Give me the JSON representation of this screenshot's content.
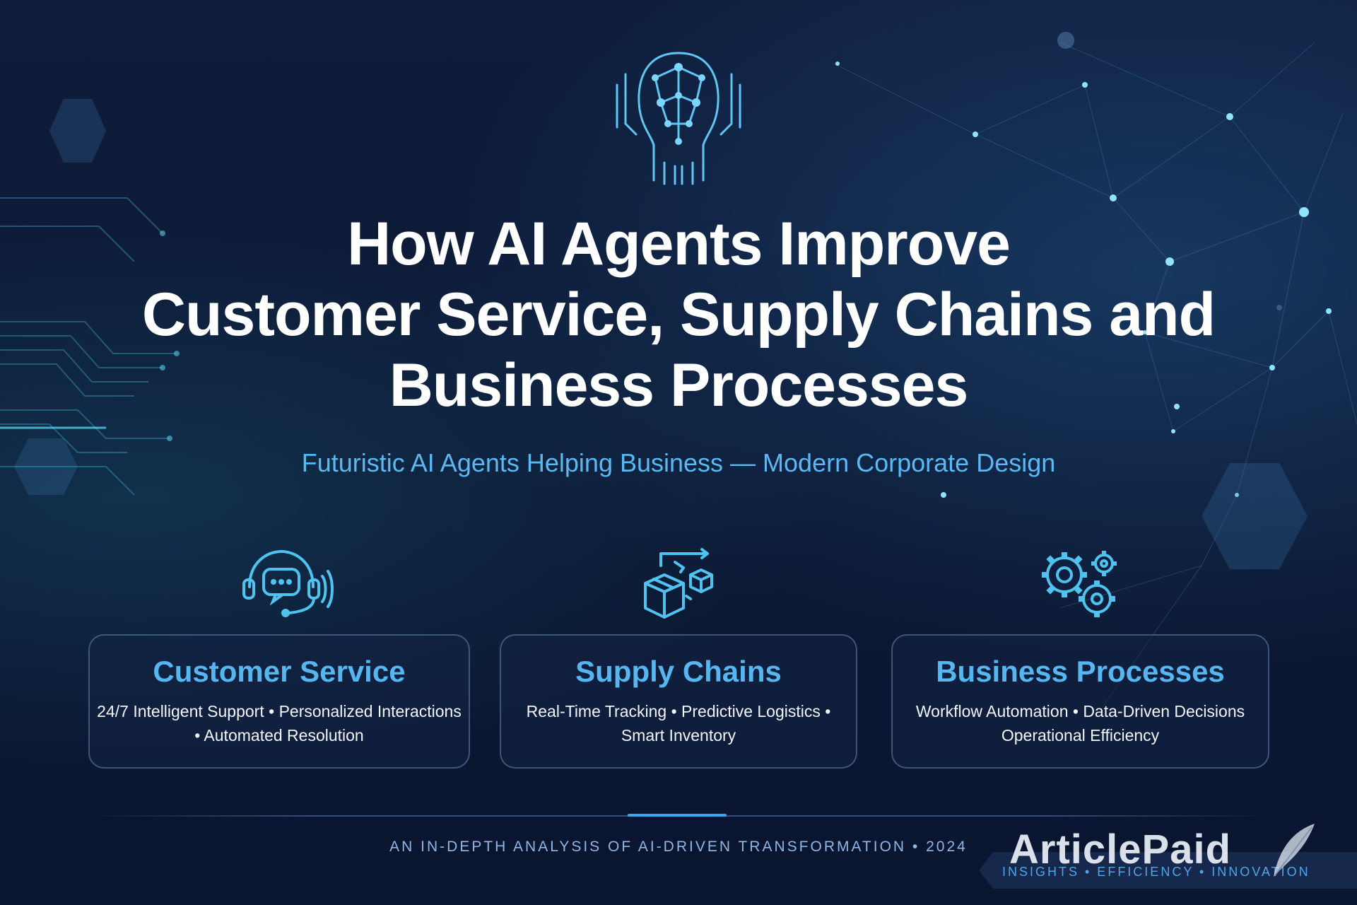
{
  "title": {
    "line1": "How AI Agents Improve",
    "line2": "Customer Service, Supply Chains and",
    "line3": "Business Processes"
  },
  "subtitle": "Futuristic AI Agents Helping Business — Modern Corporate Design",
  "cards": [
    {
      "icon": "headset-chat-icon",
      "title": "Customer Service",
      "line1": "24/7 Intelligent Support • Personalized Interactions",
      "line2": "• Automated Resolution"
    },
    {
      "icon": "package-boxes-icon",
      "title": "Supply Chains",
      "line1": "Real-Time Tracking • Predictive Logistics •",
      "line2": "Smart Inventory"
    },
    {
      "icon": "gears-icon",
      "title": "Business Processes",
      "line1": "Workflow Automation • Data-Driven Decisions",
      "line2": "Operational Efficiency"
    }
  ],
  "footer": {
    "tagline": "AN IN-DEPTH ANALYSIS OF AI-DRIVEN TRANSFORMATION • 2024"
  },
  "watermark": {
    "brand": "ArticlePaid",
    "tagline": "INSIGHTS • EFFICIENCY • INNOVATION"
  },
  "colors": {
    "background": "#0d1a36",
    "accent": "#56b6f0",
    "icon": "#4fc3f0",
    "title": "#ffffff"
  }
}
